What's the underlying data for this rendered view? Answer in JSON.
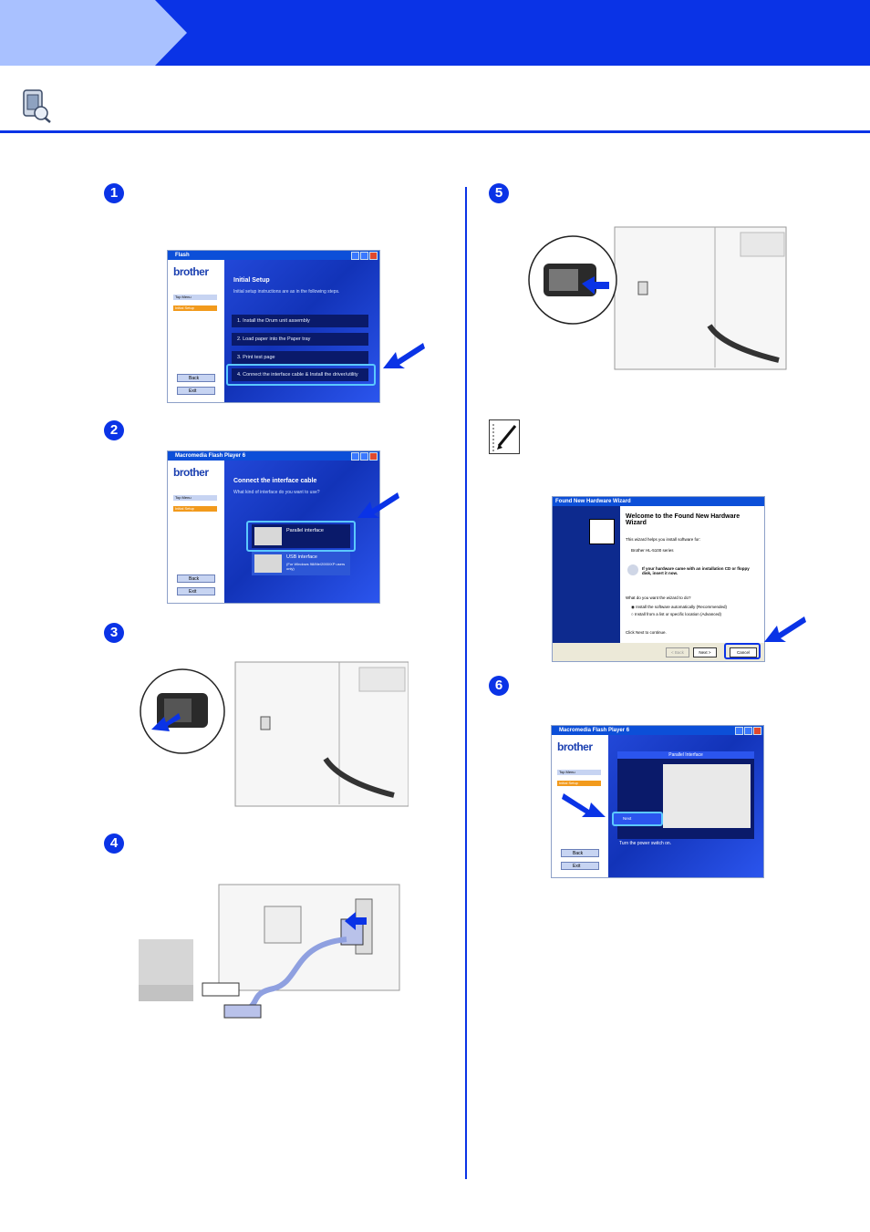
{
  "header": {
    "tab_color": "#a9c1ff",
    "bar_color": "#0a33e6"
  },
  "steps": [
    "1",
    "2",
    "3",
    "4",
    "5",
    "6"
  ],
  "screen1": {
    "window_title": "Flash",
    "logo": "brother",
    "menu_top": "Top Menu",
    "menu_current": "Initial Setup",
    "title": "Initial Setup",
    "subtitle": "Initial setup instructions are as in the following steps.",
    "items": [
      "1. Install the Drum unit assembly",
      "2. Load paper into the Paper tray",
      "3. Print test page",
      "4. Connect the interface cable & Install the driver/utility"
    ],
    "back": "Back",
    "exit": "Exit"
  },
  "screen2": {
    "window_title": "Macromedia Flash Player 6",
    "logo": "brother",
    "menu_top": "Top Menu",
    "menu_current": "Initial Setup",
    "title": "Connect the interface cable",
    "subtitle": "What kind of interface do you want to use?",
    "parallel": "Parallel interface",
    "usb": "USB interface",
    "usb_note": "(For Windows 98/Me/2000/XP users only)",
    "back": "Back",
    "exit": "Exit"
  },
  "wizard": {
    "window_title": "Found New Hardware Wizard",
    "heading": "Welcome to the Found New Hardware Wizard",
    "line1": "This wizard helps you install software for:",
    "device": "Brother HL-5100 series",
    "cd_note": "If your hardware came with an installation CD or floppy disk, insert it now.",
    "question": "What do you want the wizard to do?",
    "opt1": "Install the software automatically (Recommended)",
    "opt2": "Install from a list or specific location (Advanced)",
    "continue": "Click Next to continue.",
    "back": "< Back",
    "next": "Next >",
    "cancel": "Cancel"
  },
  "screen6": {
    "window_title": "Macromedia Flash Player 6",
    "logo": "brother",
    "menu_top": "Top Menu",
    "menu_current": "Initial Setup",
    "panel_title": "Parallel Interface",
    "next": "Next",
    "caption": "Turn the power switch on.",
    "back": "Back",
    "exit": "Exit"
  }
}
